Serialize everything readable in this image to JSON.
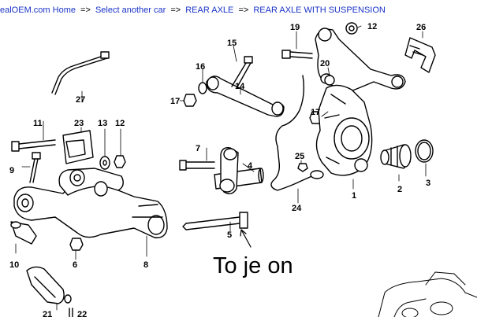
{
  "breadcrumb": {
    "site": "ealOEM.com Home",
    "sep": "=>",
    "select_car": "Select another car",
    "rear_axle": "REAR AXLE",
    "current": "REAR AXLE WITH SUSPENSION"
  },
  "part_numbers": [
    "1",
    "2",
    "3",
    "4",
    "5",
    "6",
    "7",
    "8",
    "9",
    "10",
    "11",
    "12",
    "12",
    "13",
    "14",
    "15",
    "16",
    "17",
    "17",
    "19",
    "20",
    "21",
    "22",
    "23",
    "24",
    "25",
    "26",
    "27"
  ],
  "annotation": "To je on",
  "colors": {
    "link": "#1a33c8",
    "line": "#000000",
    "background": "#ffffff"
  }
}
